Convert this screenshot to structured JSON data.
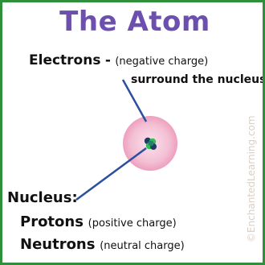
{
  "title": "The Atom",
  "electrons": {
    "label": "Electrons",
    "dash": "-",
    "note": "(negative charge)",
    "description": "surround the nucleus"
  },
  "nucleus": {
    "label": "Nucleus:",
    "protons_label": "Protons",
    "protons_note": "(positive charge)",
    "neutrons_label": "Neutrons",
    "neutrons_note": "(neutral charge)"
  },
  "watermark": "©EnchantedLearning.com",
  "colors": {
    "border": "#2f8f3a",
    "title": "#6c4fae",
    "electron_cloud": "#f1b3cb",
    "nucleus_dark": "#1f3d5f",
    "nucleus_green": "#2fbf5a",
    "pointer_line": "#2b4f9e"
  }
}
